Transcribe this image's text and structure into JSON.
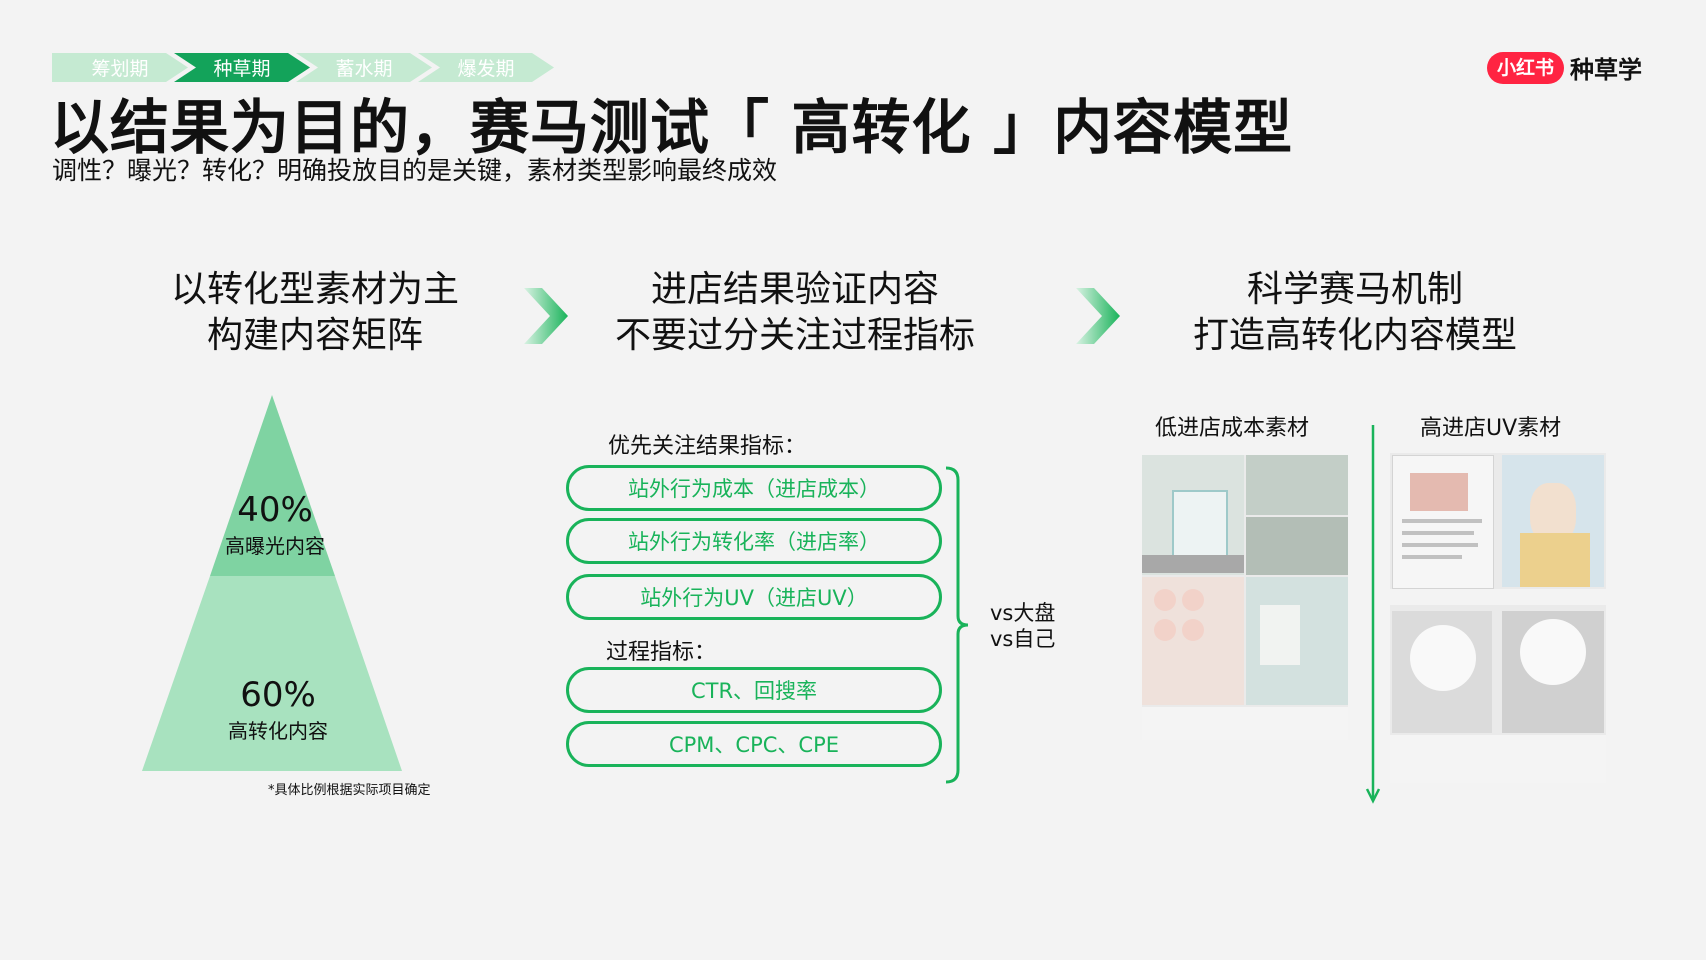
{
  "phases": [
    {
      "label": "筹划期",
      "active": false
    },
    {
      "label": "种草期",
      "active": true
    },
    {
      "label": "蓄水期",
      "active": false
    },
    {
      "label": "爆发期",
      "active": false
    }
  ],
  "brand": {
    "logo": "小红书",
    "name": "种草学"
  },
  "title": "以结果为目的，赛马测试「 高转化 」内容模型",
  "subtitle": "调性？曝光？转化？明确投放目的是关键，素材类型影响最终成效",
  "columns": [
    {
      "line1": "以转化型素材为主",
      "line2": "构建内容矩阵"
    },
    {
      "line1": "进店结果验证内容",
      "line2": "不要过分关注过程指标"
    },
    {
      "line1": "科学赛马机制",
      "line2": "打造高转化内容模型"
    }
  ],
  "pyramid": {
    "top": {
      "pct": "40%",
      "label": "高曝光内容",
      "value": 0.4
    },
    "bottom": {
      "pct": "60%",
      "label": "高转化内容",
      "value": 0.6
    },
    "footnote": "*具体比例根据实际项目确定"
  },
  "metrics": {
    "result_label": "优先关注结果指标：",
    "result_items": [
      "站外行为成本（进店成本）",
      "站外行为转化率（进店率）",
      "站外行为UV（进店UV）"
    ],
    "process_label": "过程指标：",
    "process_items": [
      "CTR、回搜率",
      "CPM、CPC、CPE"
    ],
    "compare": {
      "line1": "vs大盘",
      "line2": "vs自己"
    }
  },
  "examples": {
    "left_label": "低进店成本素材",
    "right_label": "高进店UV素材"
  },
  "colors": {
    "accent": "#13a35a",
    "light_green": "#a8e2bf",
    "mid_green": "#7fd3a2",
    "brand_red": "#ff2442"
  }
}
